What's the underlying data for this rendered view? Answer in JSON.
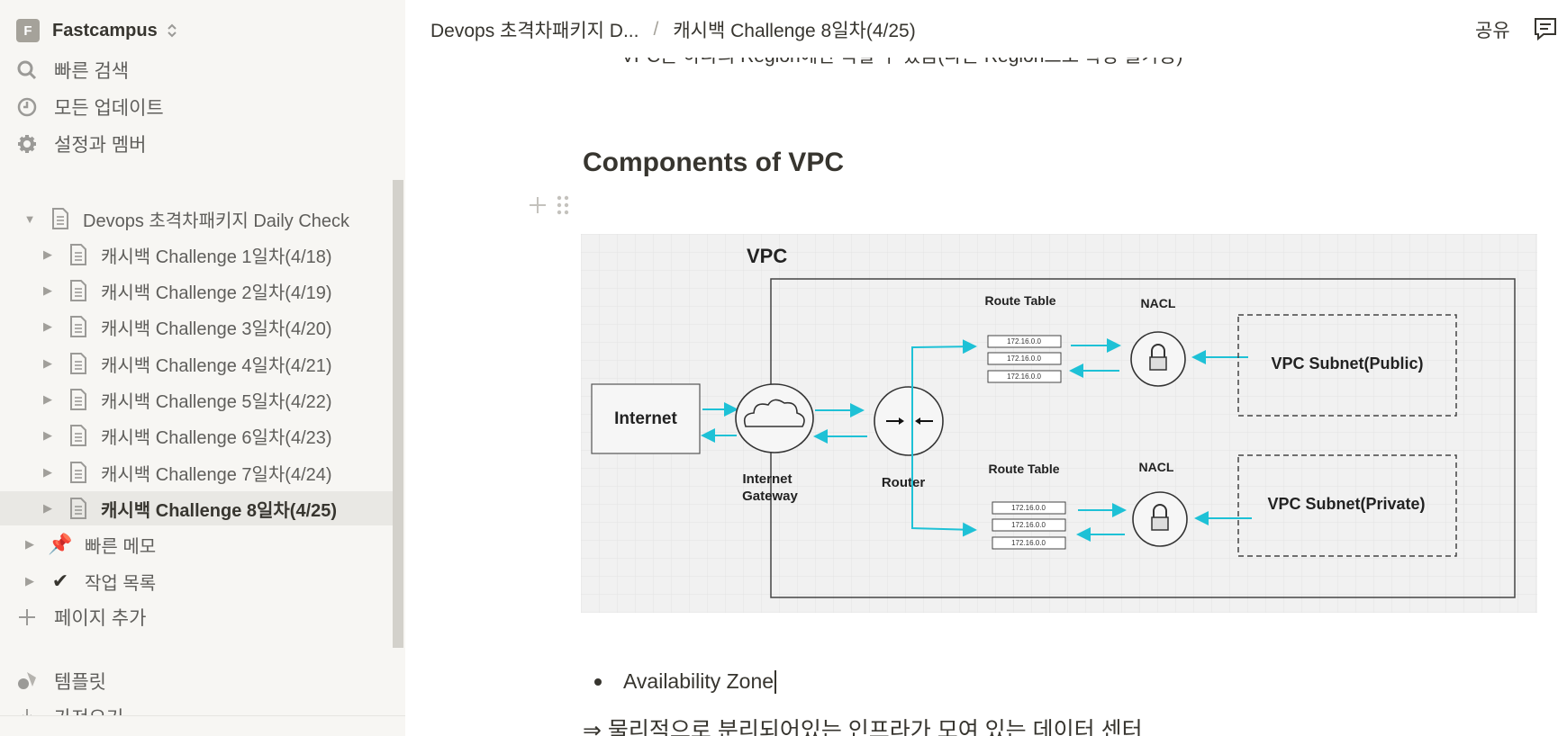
{
  "workspace": {
    "initial": "F",
    "name": "Fastcampus"
  },
  "nav": {
    "search": "빠른 검색",
    "updates": "모든 업데이트",
    "settings": "설정과 멤버"
  },
  "tree": {
    "root": "Devops 초격차패키지 Daily Check",
    "children": [
      "캐시백 Challenge 1일차(4/18)",
      "캐시백 Challenge 2일차(4/19)",
      "캐시백 Challenge 3일차(4/20)",
      "캐시백 Challenge 4일차(4/21)",
      "캐시백 Challenge 5일차(4/22)",
      "캐시백 Challenge 6일차(4/23)",
      "캐시백 Challenge 7일차(4/24)",
      "캐시백 Challenge 8일차(4/25)"
    ],
    "memo": "빠른 메모",
    "tasks": "작업 목록",
    "add_page": "페이지 추가",
    "templates": "템플릿",
    "import": "가져오기"
  },
  "topbar": {
    "crumb_parent": "Devops 초격차패키지 D...",
    "crumb_current": "캐시백 Challenge 8일차(4/25)",
    "share": "공유"
  },
  "content": {
    "clipped_line": "VPC는 하나의 Region에만 속할 수 있음(다른 Region으로 확장 불가능)",
    "heading": "Components of VPC",
    "bullet": "Availability Zone",
    "body_line": "⇒ 물리적으로 분리되어있는 인프라가 모여 있는 데이터 센터"
  },
  "diagram": {
    "vpc_label": "VPC",
    "internet": "Internet",
    "gateway_line1": "Internet",
    "gateway_line2": "Gateway",
    "router": "Router",
    "route_table": "Route Table",
    "nacl": "NACL",
    "route_entry": "172.16.0.0",
    "subnet_public": "VPC Subnet(Public)",
    "subnet_private": "VPC Subnet(Private)"
  },
  "colors": {
    "arrow": "#1ec1d6",
    "sidebar_bg": "#f7f6f3",
    "text": "#37352f"
  }
}
